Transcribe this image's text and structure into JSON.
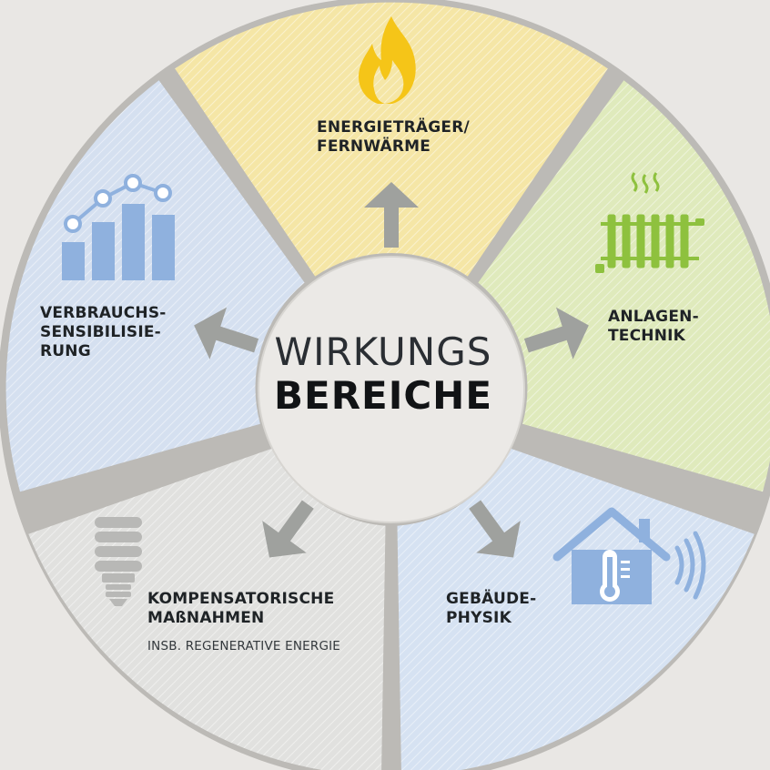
{
  "center": {
    "line1": "WIRKUNGS",
    "line2": "BEREICHE"
  },
  "segments": [
    {
      "id": "energietraeger",
      "lines": [
        "ENERGIETRÄGER/",
        "FERNWÄRME"
      ],
      "color": "#f5e6a6",
      "icon": "flame-icon"
    },
    {
      "id": "anlagentechnik",
      "lines": [
        "ANLAGEN-",
        "TECHNIK"
      ],
      "color": "#dfeabc",
      "icon": "radiator-icon"
    },
    {
      "id": "gebaeudephysik",
      "lines": [
        "GEBÄUDE-",
        "PHYSIK"
      ],
      "color": "#d6e2f2",
      "icon": "house-thermometer-icon"
    },
    {
      "id": "kompensatorisch",
      "lines": [
        "KOMPENSATORISCHE",
        "MAßNAHMEN"
      ],
      "sub": "INSB. REGENERATIVE ENERGIE",
      "color": "#e1e1df",
      "icon": "energy-saving-bulb-icon"
    },
    {
      "id": "verbrauch",
      "lines": [
        "VERBRAUCHS-",
        "SENSIBILISIE-",
        "RUNG"
      ],
      "color": "#d5e0f0",
      "icon": "bar-chart-icon"
    }
  ],
  "colors": {
    "background": "#e9e7e4",
    "gap": "#bcbab6",
    "center": "#ebe9e6",
    "arrow": "#9fa19e",
    "flame": "#f5c518",
    "radiator": "#8ec13e",
    "house": "#8fb1de",
    "bars": "#8fb1de",
    "bulb": "#b8b8b6"
  }
}
